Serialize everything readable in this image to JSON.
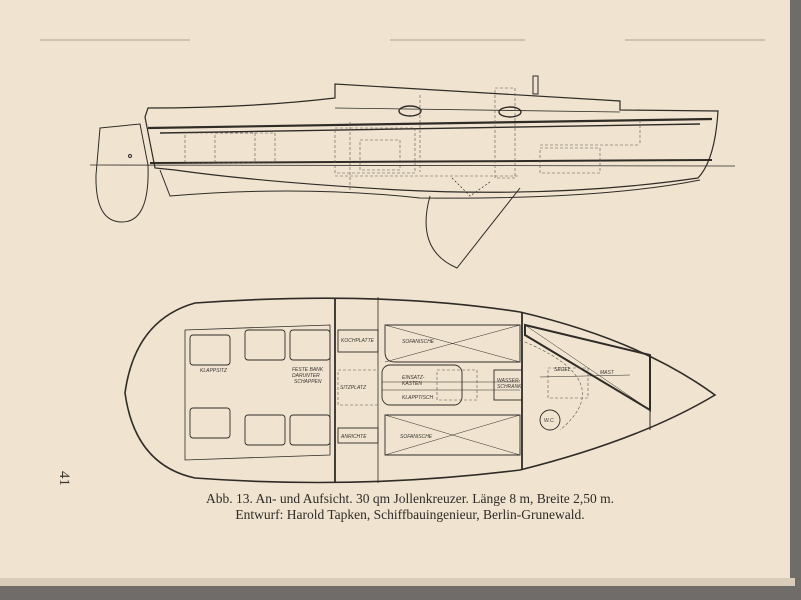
{
  "page_number": "41",
  "caption": {
    "line1": "Abb. 13.  An- und Aufsicht.  30 qm Jollenkreuzer.  Länge 8 m, Breite 2,50 m.",
    "line2": "Entwurf: Harold Tapken, Schiffbauingenieur, Berlin-Grunewald."
  },
  "plan_labels": {
    "klappsitz": "KLAPPSITZ",
    "feste_bank": "FESTE BANK",
    "feste_bank_2": "DARUNTER",
    "feste_bank_3": "SCHAPPEN",
    "kochplatte": "KOCHPLATTE",
    "sofanische_top": "SOFANISCHE",
    "sitzplatz": "SITZPLATZ",
    "einsatz": "EINSATZ-",
    "einsatz_2": "KASTEN",
    "klapptisch": "KLAPPTISCH",
    "wasser": "WASSER-",
    "wasser_2": "SCHRANK",
    "anrichte": "ANRICHTE",
    "sofanische_bottom": "SOFANISCHE",
    "segel": "SEGEL",
    "mast": "MAST",
    "wc": "W.C."
  }
}
